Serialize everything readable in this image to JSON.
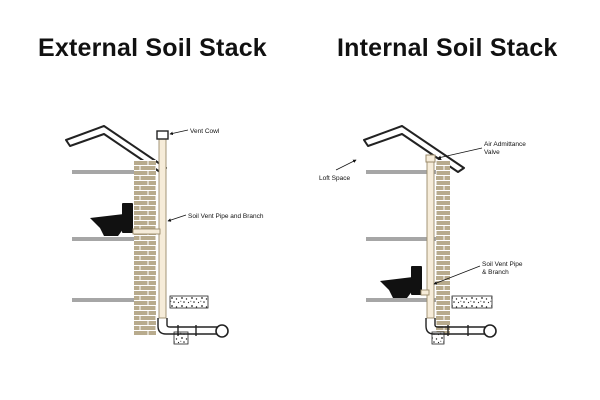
{
  "left_panel": {
    "title": "External Soil Stack",
    "labels": {
      "vent_cowl": "Vent Cowl",
      "soil_vent_pipe": "Soil Vent Pipe and Branch"
    }
  },
  "right_panel": {
    "title": "Internal Soil Stack",
    "labels": {
      "aav_line1": "Air Admittance",
      "aav_line2": "Valve",
      "loft_space": "Loft Space",
      "svp_line1": "Soil Vent Pipe",
      "svp_line2": "& Branch"
    }
  },
  "colors": {
    "brick": "#b8ab8d",
    "mortar": "#ffffff",
    "floor": "#a6a6a6",
    "pipe_fill": "#f6ecd9",
    "pipe_stroke": "#9a8a6a",
    "drain_stroke": "#222222",
    "ink": "#111111"
  }
}
